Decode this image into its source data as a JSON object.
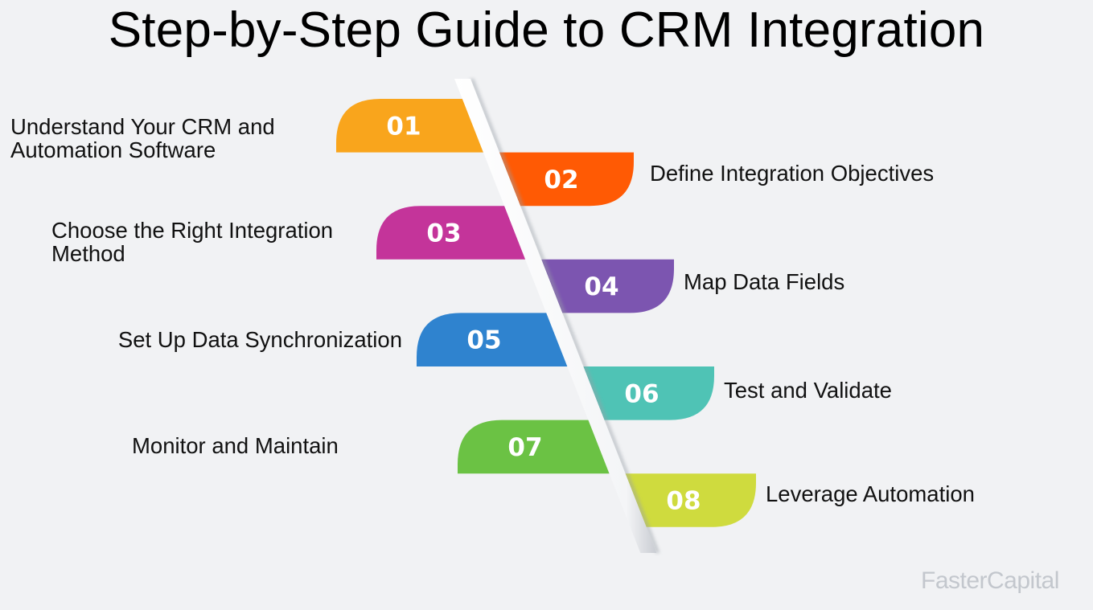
{
  "title": "Step-by-Step Guide to CRM Integration",
  "watermark": "FasterCapital",
  "steps": [
    {
      "number": "01",
      "label": "Understand Your CRM and\nAutomation Software",
      "color": "#f9a51c",
      "side": "left"
    },
    {
      "number": "02",
      "label": "Define Integration Objectives",
      "color": "#ff5a04",
      "side": "right"
    },
    {
      "number": "03",
      "label": "Choose the Right Integration\nMethod",
      "color": "#c4349a",
      "side": "left"
    },
    {
      "number": "04",
      "label": "Map Data Fields",
      "color": "#7c55b0",
      "side": "right"
    },
    {
      "number": "05",
      "label": "Set Up Data Synchronization",
      "color": "#2f83cf",
      "side": "left"
    },
    {
      "number": "06",
      "label": "Test and Validate",
      "color": "#4fc3b5",
      "side": "right"
    },
    {
      "number": "07",
      "label": "Monitor and Maintain",
      "color": "#6bc244",
      "side": "left"
    },
    {
      "number": "08",
      "label": "Leverage Automation",
      "color": "#cfdb3e",
      "side": "right"
    }
  ]
}
